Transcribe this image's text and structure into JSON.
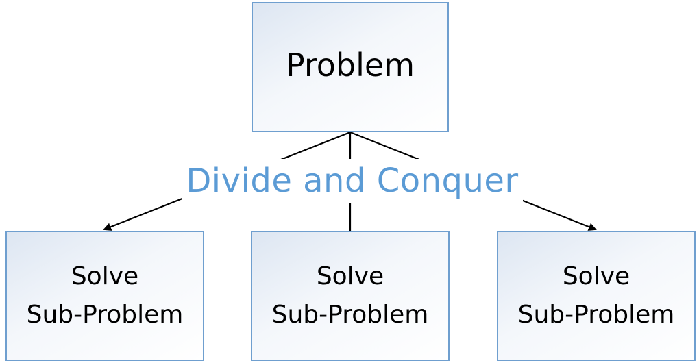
{
  "problem": {
    "label": "Problem"
  },
  "connector_label": "Divide and Conquer",
  "subproblems": [
    {
      "line1": "Solve",
      "line2": "Sub-Problem"
    },
    {
      "line1": "Solve",
      "line2": "Sub-Problem"
    },
    {
      "line1": "Solve",
      "line2": "Sub-Problem"
    }
  ],
  "colors": {
    "box_border": "#6f9fcf",
    "box_fill_top": "#dde6f2",
    "label_text": "#5b9bd5",
    "arrow": "#000000"
  }
}
